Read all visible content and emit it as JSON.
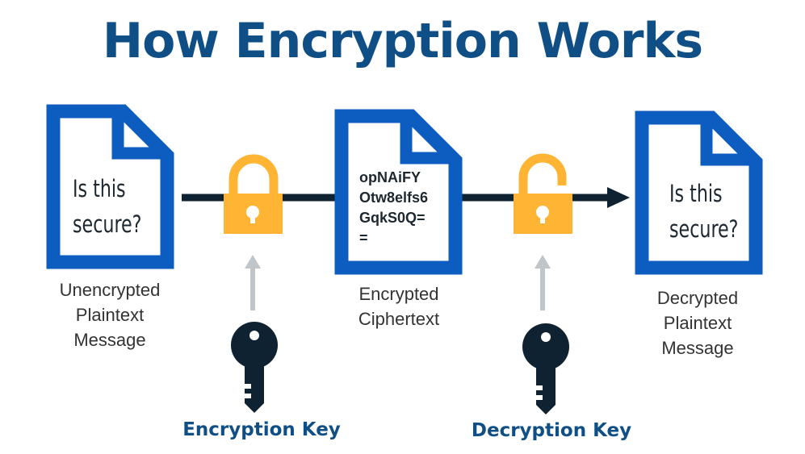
{
  "title": "How Encryption Works",
  "documents": [
    {
      "text_line1": "Is this",
      "text_line2": "secure?",
      "caption": [
        "Unencrypted",
        "Plaintext",
        "Message"
      ]
    },
    {
      "cipher": [
        "opNAiFY",
        "Otw8elfs6",
        "GqkS0Q=",
        "="
      ],
      "caption": [
        "Encrypted",
        "Ciphertext"
      ]
    },
    {
      "text_line1": "Is this",
      "text_line2": "secure?",
      "caption": [
        "Decrypted",
        "Plaintext",
        "Message"
      ]
    }
  ],
  "keys": {
    "encryption": "Encryption Key",
    "decryption": "Decryption Key"
  },
  "colors": {
    "title": "#0f4f86",
    "doc": "#0d5cc0",
    "lock": "#ffb533",
    "key": "#0e2231",
    "line": "#0e2231",
    "arrow": "#bfc5c8"
  }
}
